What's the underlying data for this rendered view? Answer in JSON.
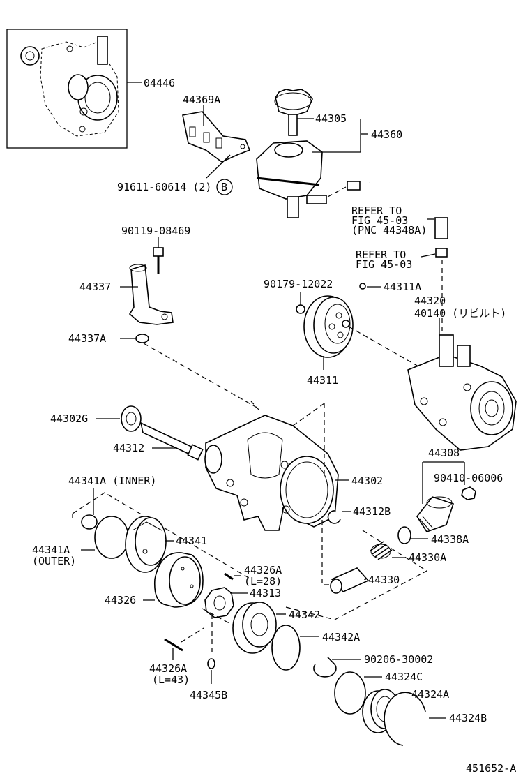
{
  "labels": {
    "p04446": "04446",
    "p44369A": "44369A",
    "p44305": "44305",
    "p44360": "44360",
    "bolt91611": "91611-60614 (2)",
    "refB": "B",
    "refer1a": "REFER TO",
    "refer1b": "FIG 45-03",
    "refer1c": "(PNC 44348A)",
    "refer2a": "REFER TO",
    "refer2b": "FIG 45-03",
    "bolt90119": "90119-08469",
    "p44337": "44337",
    "p44337A": "44337A",
    "bolt90179": "90179-12022",
    "p44311A": "44311A",
    "p44320": "44320",
    "p40140": "40140 (リビルト)",
    "p44311": "44311",
    "p44302G": "44302G",
    "p44312": "44312",
    "p44308": "44308",
    "bolt90410": "90410-06006",
    "p44341Ainner": "44341A (INNER)",
    "p44302": "44302",
    "p44312B": "44312B",
    "p44341": "44341",
    "p44338A": "44338A",
    "p44341Aouter1": "44341A",
    "p44341Aouter2": "(OUTER)",
    "p44330A": "44330A",
    "p44326A1": "44326A",
    "p44326A1len": "(L=28)",
    "p44330": "44330",
    "p44313": "44313",
    "p44326": "44326",
    "p44342": "44342",
    "p44342A": "44342A",
    "p44326A2": "44326A",
    "p44326A2len": "(L=43)",
    "p90206": "90206-30002",
    "p44324C": "44324C",
    "p44345B": "44345B",
    "p44324A": "44324A",
    "p44324B": "44324B",
    "figure_id": "451652-A"
  }
}
